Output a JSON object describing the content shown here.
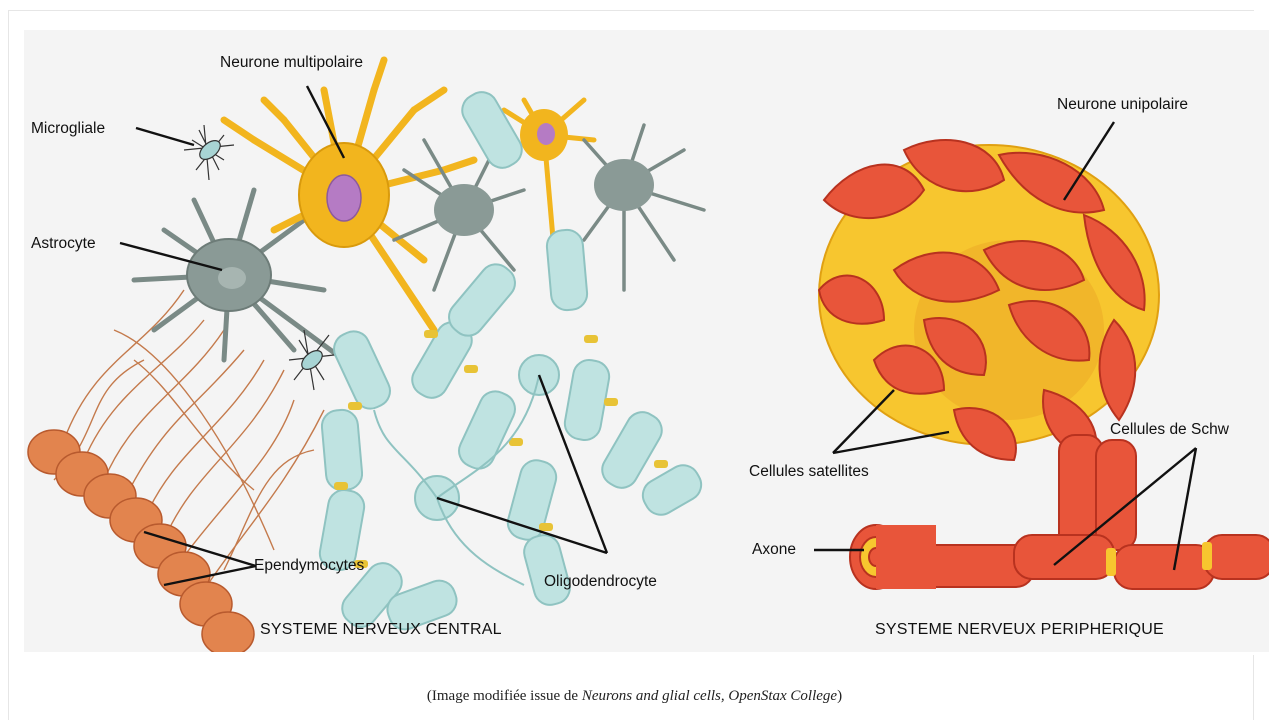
{
  "figure": {
    "labels": {
      "neurone_multipolaire": "Neurone multipolaire",
      "microgliale": "Microgliale",
      "astrocyte": "Astrocyte",
      "ependymocytes": "Ependymocytes",
      "oligodendrocyte": "Oligodendrocyte",
      "neurone_unipolaire": "Neurone unipolaire",
      "cellules_satellites": "Cellules satellites",
      "cellules_schwann": "Cellules de Schw",
      "axone": "Axone"
    },
    "sections": {
      "central": "SYSTEME NERVEUX CENTRAL",
      "peripheral": "SYSTEME NERVEUX PERIPHERIQUE"
    }
  },
  "caption": {
    "prefix": "(Image modifiée issue de ",
    "source": "Neurons and glial cells, OpenStax College",
    "suffix": ")"
  },
  "colors": {
    "neuron_yellow": "#f2b51e",
    "nucleus_purple": "#b57bc4",
    "glia_gray": "#8a9a96",
    "myelin_cyan": "#bfe3e1",
    "ependymal_orange": "#e2844e",
    "satellite_red": "#e8553a",
    "soma_yellow": "#f7c62f"
  }
}
